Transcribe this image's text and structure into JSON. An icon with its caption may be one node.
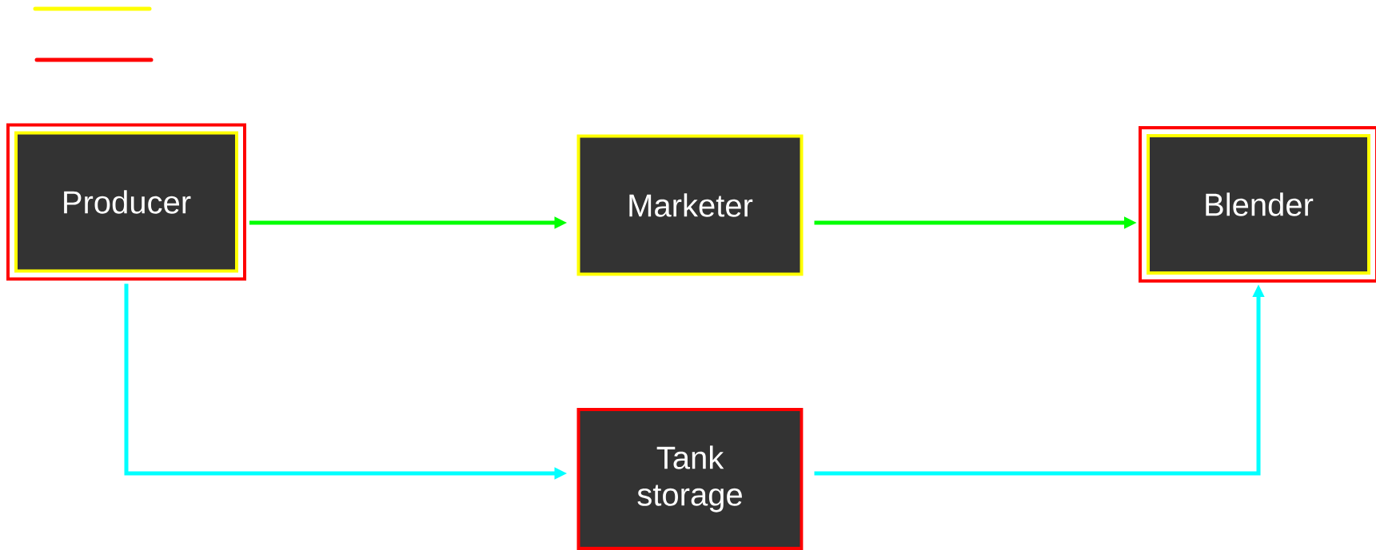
{
  "diagram": {
    "nodes": [
      {
        "text": [
          "Producer"
        ]
      },
      {
        "text": [
          "Marketer"
        ]
      },
      {
        "text": [
          "Blender"
        ]
      },
      {
        "text": [
          "Tank storage"
        ]
      }
    ],
    "edges": [
      {
        "from": 0,
        "to": 1,
        "arrow": "to",
        "color": "#00ff00"
      },
      {
        "from": 1,
        "to": 2,
        "arrow": "to",
        "color": "#00ff00"
      },
      {
        "from": 0,
        "to": 3,
        "arrow": "to",
        "color": "#00ffff"
      },
      {
        "from": 3,
        "to": 2,
        "arrow": "to",
        "color": "#00ffff"
      }
    ]
  }
}
